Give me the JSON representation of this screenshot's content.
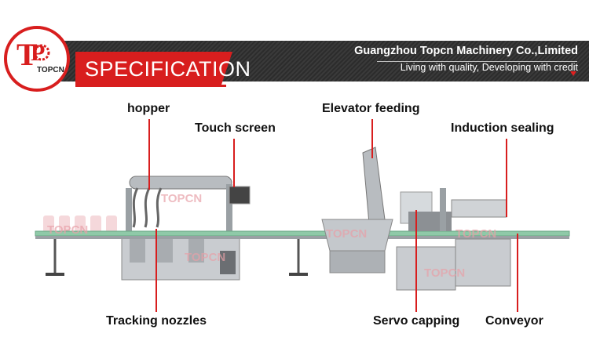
{
  "header": {
    "company": "Guangzhou Topcn Machinery Co.,Limited",
    "slogan": "Living with quality, Developing with credit",
    "title": "SPECIFICATION",
    "logo_text": "TOPCN"
  },
  "labels": {
    "hopper": "hopper",
    "touch_screen": "Touch screen",
    "elevator_feeding": "Elevator feeding",
    "induction_sealing": "Induction sealing",
    "tracking_nozzles": "Tracking nozzles",
    "servo_capping": "Servo capping",
    "conveyor": "Conveyor"
  },
  "watermark": "TOPCN",
  "colors": {
    "accent_red": "#d81e1e",
    "header_dark": "#2f2f2f",
    "steel": "#b8bcc0",
    "conveyor_green": "#8fc9a8"
  }
}
